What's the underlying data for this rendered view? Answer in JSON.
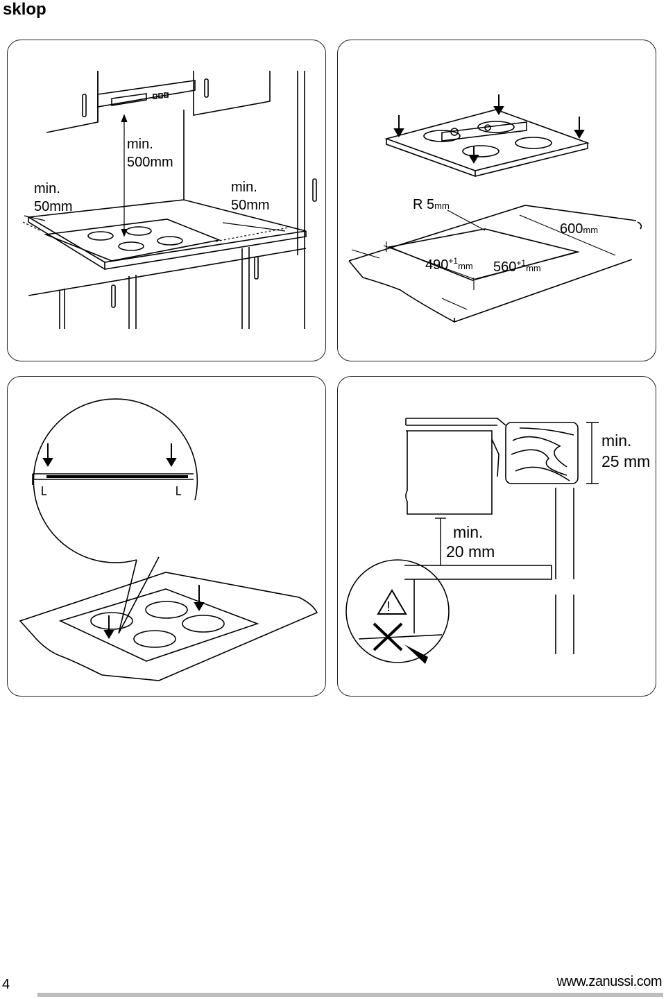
{
  "page": {
    "title": "sklop",
    "page_number": "4",
    "website": "www.zanussi.com"
  },
  "panel1": {
    "left_clearance": {
      "line1": "min.",
      "line2": "50mm"
    },
    "hood_clearance": {
      "line1": "min.",
      "line2": "500mm"
    },
    "right_clearance": {
      "line1": "min.",
      "line2": "50mm"
    }
  },
  "panel2": {
    "radius": {
      "value": "R 5",
      "unit": "mm"
    },
    "depth": {
      "value": "490",
      "tol": "+1",
      "unit": "mm"
    },
    "width": {
      "value": "560",
      "tol": "+1",
      "unit": "mm"
    },
    "edge": {
      "value": "600",
      "unit": "mm"
    }
  },
  "panel4": {
    "top_clearance": {
      "line1": "min.",
      "line2": "25 mm"
    },
    "bottom_clearance": {
      "line1": "min.",
      "line2": "20 mm"
    },
    "warning_symbol": "!"
  },
  "colors": {
    "line": "#000000",
    "frame": "#222222",
    "footer_bar": "#bdbdbd"
  }
}
